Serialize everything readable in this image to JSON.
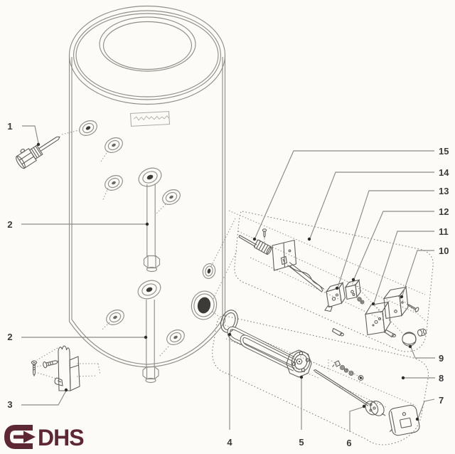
{
  "diagram": {
    "description": "exploded parts diagram",
    "labels": {
      "l1": "1",
      "l2a": "2",
      "l2b": "2",
      "l3": "3",
      "l4": "4",
      "l5": "5",
      "l6": "6",
      "l7": "7",
      "l8": "8",
      "l9": "9",
      "l10": "10",
      "l11": "11",
      "l12": "12",
      "l13": "13",
      "l14": "14",
      "l15": "15"
    }
  },
  "footer": {
    "logo_text": "DHS"
  },
  "colors": {
    "logo": "#5d2733",
    "drawing_line": "#615f59",
    "tank_line": "#918f88",
    "label_text": "#3b3b3b",
    "background": "#fcfbf7"
  }
}
